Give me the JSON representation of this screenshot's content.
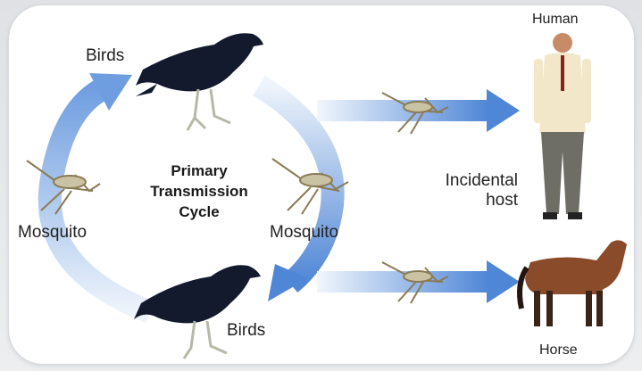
{
  "title": {
    "line1": "Primary",
    "line2": "Transmission",
    "line3": "Cycle"
  },
  "labels": {
    "birds_top": "Birds",
    "birds_bottom": "Birds",
    "mosquito_left": "Mosquito",
    "mosquito_right": "Mosquito",
    "incidental_line1": "Incidental",
    "incidental_line2": "host",
    "human": "Human",
    "horse": "Horse"
  },
  "colors": {
    "arrow": "#4f86d6",
    "arrow_light": "#dbe8f7",
    "bird": "#141a2e",
    "horse": "#8a4b2a",
    "shirt": "#f2e7c8",
    "trousers": "#6f6e66"
  }
}
